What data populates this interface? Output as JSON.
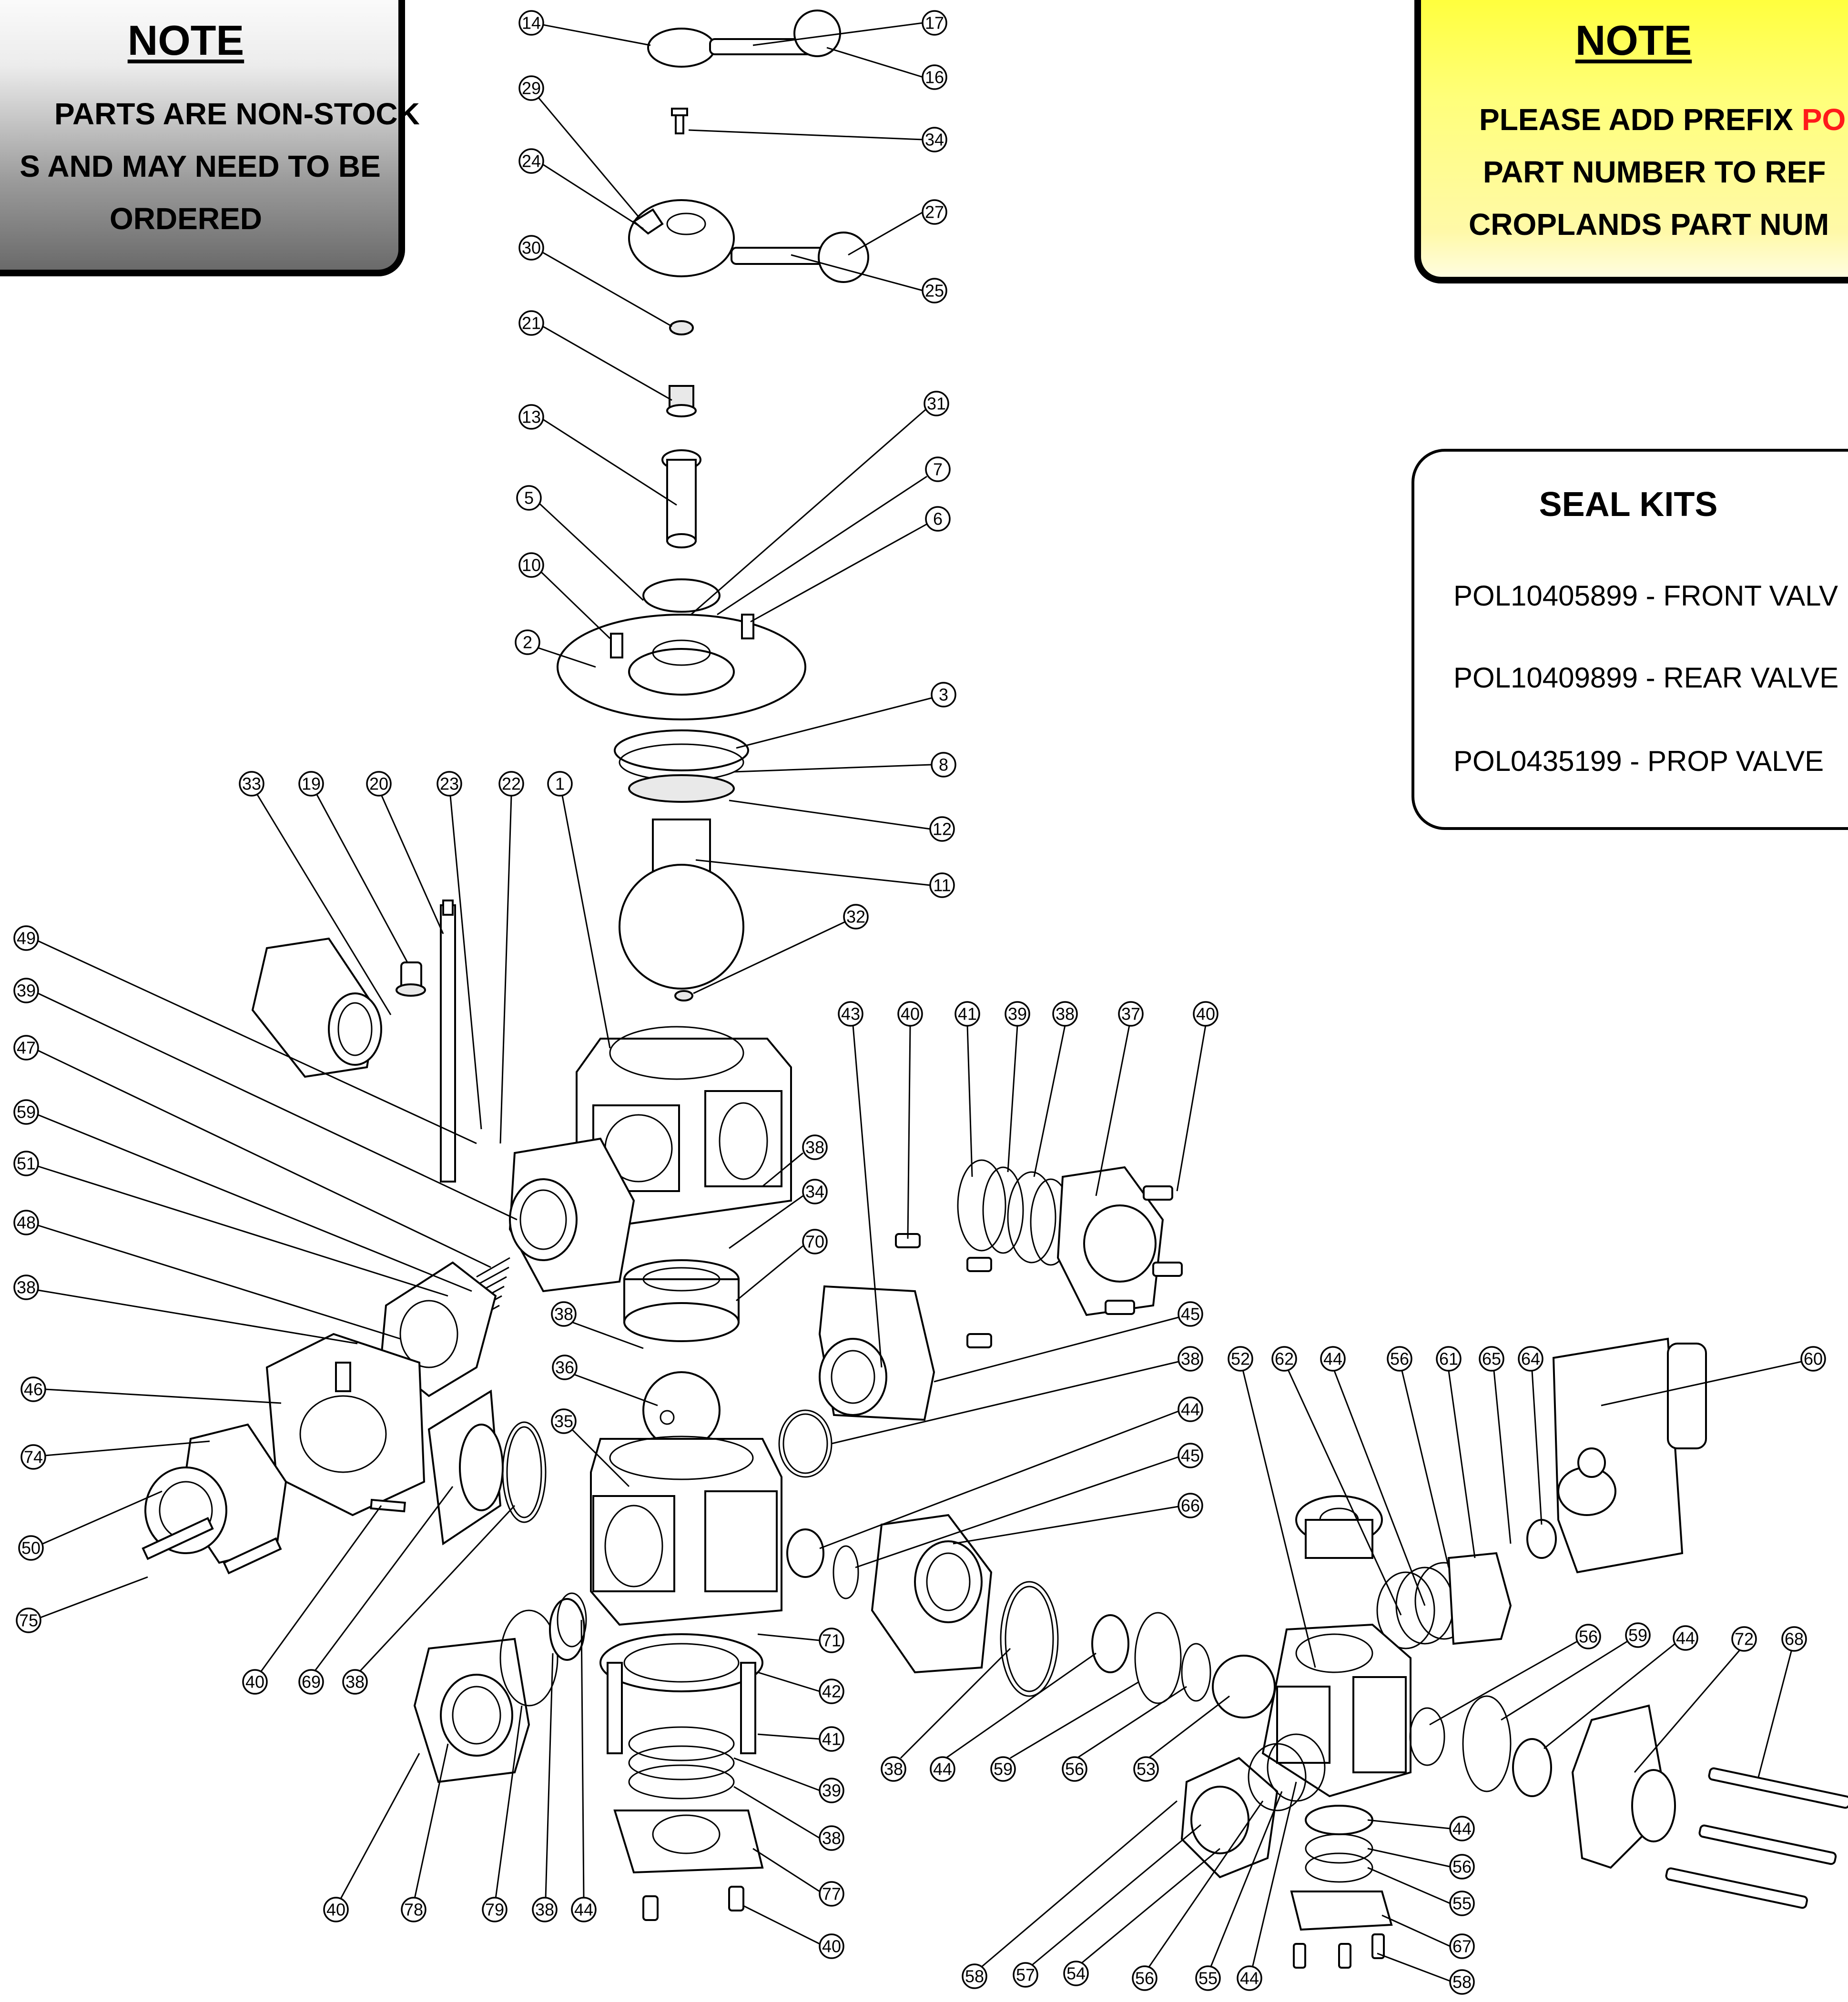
{
  "note_left": {
    "title": "NOTE",
    "lines": [
      "PARTS ARE NON-STOCK",
      "S AND MAY NEED TO BE",
      "ORDERED"
    ]
  },
  "note_right": {
    "title": "NOTE",
    "line1_prefix": "PLEASE ADD PREFIX ",
    "line1_highlight": "PO",
    "line2": "PART NUMBER TO REF",
    "line3": "CROPLANDS PART NUM",
    "highlight_color": "#ff1a1a",
    "background_color": "#ffff4a"
  },
  "seal_kits": {
    "title": "SEAL KITS",
    "items": [
      "POL10405899 - FRONT VALV",
      "POL10409899 - REAR VALVE",
      "POL0435199 - PROP VALVE"
    ]
  },
  "callouts": [
    "14",
    "17",
    "16",
    "34",
    "29",
    "24",
    "27",
    "25",
    "30",
    "21",
    "13",
    "31",
    "5",
    "7",
    "6",
    "10",
    "2",
    "3",
    "8",
    "12",
    "11",
    "32",
    "33",
    "19",
    "20",
    "23",
    "22",
    "1",
    "49",
    "39",
    "47",
    "59",
    "51",
    "48",
    "38",
    "46",
    "74",
    "50",
    "75",
    "38",
    "34",
    "70",
    "38",
    "36",
    "35",
    "43",
    "40",
    "41",
    "39",
    "38",
    "37",
    "40",
    "45",
    "38",
    "44",
    "45",
    "66",
    "40",
    "69",
    "38",
    "71",
    "42",
    "41",
    "39",
    "38",
    "77",
    "40",
    "40",
    "78",
    "79",
    "38",
    "44",
    "52",
    "62",
    "44",
    "56",
    "61",
    "65",
    "64",
    "60",
    "38",
    "44",
    "59",
    "56",
    "53",
    "56",
    "59",
    "44",
    "72",
    "68",
    "44",
    "56",
    "55",
    "67",
    "58",
    "58",
    "57",
    "54",
    "56",
    "55",
    "44"
  ]
}
